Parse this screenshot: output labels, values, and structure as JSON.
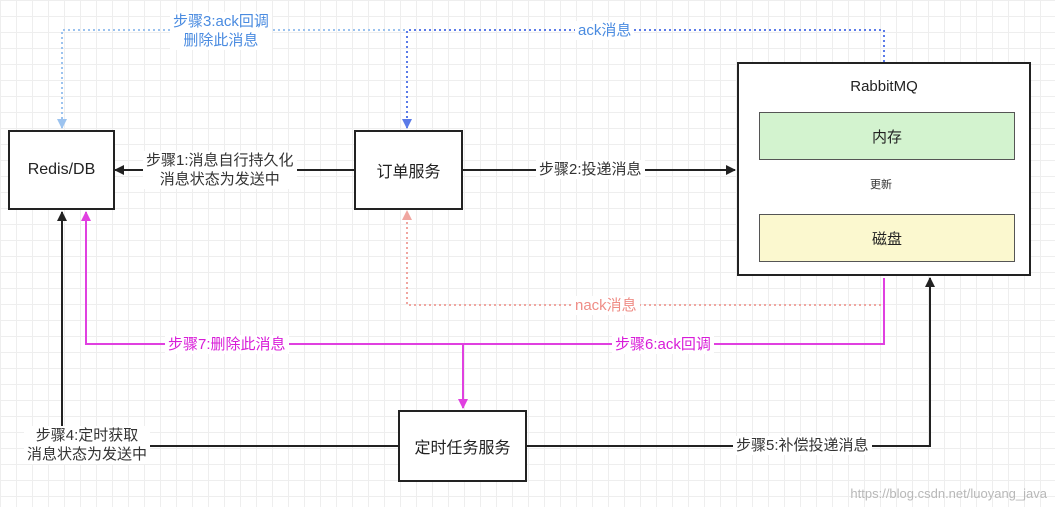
{
  "nodes": {
    "redis_db": "Redis/DB",
    "order_service": "订单服务",
    "rabbitmq": "RabbitMQ",
    "memory": "内存",
    "disk": "磁盘",
    "timer_service": "定时任务服务"
  },
  "labels": {
    "step1_line1": "步骤1:消息自行持久化",
    "step1_line2": "消息状态为发送中",
    "step2": "步骤2:投递消息",
    "step3_line1": "步骤3:ack回调",
    "step3_line2": "删除此消息",
    "ack_msg": "ack消息",
    "update": "更新",
    "nack_msg": "nack消息",
    "step7": "步骤7:删除此消息",
    "step6": "步骤6:ack回调",
    "step4_line1": "步骤4:定时获取",
    "step4_line2": "消息状态为发送中",
    "step5": "步骤5:补偿投递消息"
  },
  "watermark": "https://blog.csdn.net/luoyang_java",
  "colors": {
    "black_line": "#222222",
    "blue_dotted": "#5b7be8",
    "light_blue_dotted": "#9cc3ef",
    "pink_dotted": "#f0a6a0",
    "magenta": "#e040e0",
    "memory_fill": "#d3f3cf",
    "disk_fill": "#fbf8cf"
  }
}
